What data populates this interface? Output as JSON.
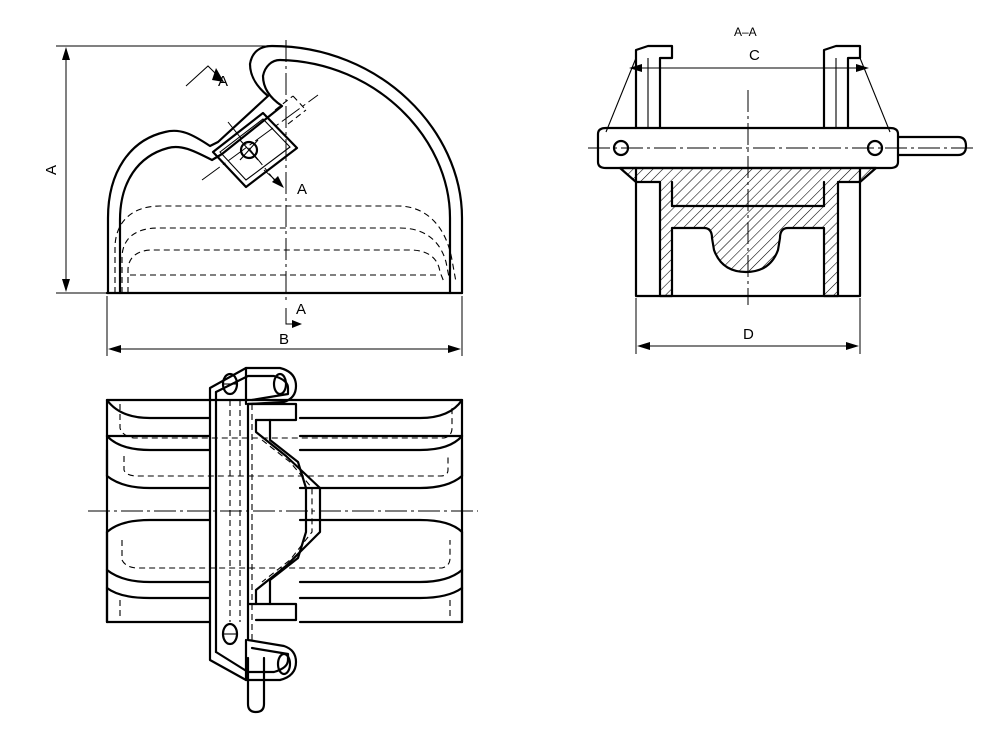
{
  "section_title": "A–A",
  "section_marks": [
    "A",
    "A",
    "A"
  ],
  "dimensions": {
    "height": "A",
    "width": "B",
    "inner_width": "C",
    "base_width": "D"
  }
}
